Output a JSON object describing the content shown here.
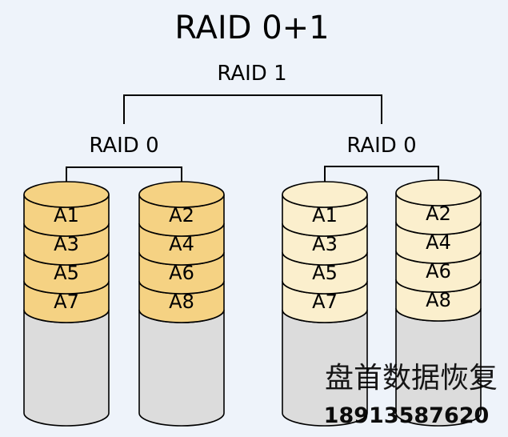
{
  "title": "RAID 0+1",
  "mirror_label": "RAID 1",
  "stripe_labels": [
    "RAID 0",
    "RAID 0"
  ],
  "disks": [
    {
      "blocks": [
        "A1",
        "A3",
        "A5",
        "A7"
      ]
    },
    {
      "blocks": [
        "A2",
        "A4",
        "A6",
        "A8"
      ]
    },
    {
      "blocks": [
        "A1",
        "A3",
        "A5",
        "A7"
      ]
    },
    {
      "blocks": [
        "A2",
        "A4",
        "A6",
        "A8"
      ]
    }
  ],
  "colors": {
    "background": "#eef3fa",
    "primary_fill": "#f5d283",
    "mirror_fill": "#fbefcd",
    "empty_fill": "#dcdcdc",
    "stroke": "#000000",
    "watermark_cn": "#c9c9c9",
    "watermark_phone": "#d6a8ee"
  },
  "watermark": {
    "text_cn": "盘首数据恢复",
    "phone": "18913587620"
  }
}
